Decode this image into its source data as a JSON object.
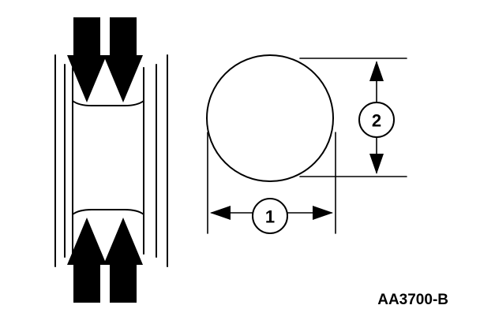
{
  "diagram": {
    "callouts": {
      "width": "1",
      "height": "2"
    },
    "reference_code": "AA3700-B",
    "colors": {
      "ink": "#000000",
      "paper": "#ffffff"
    }
  }
}
